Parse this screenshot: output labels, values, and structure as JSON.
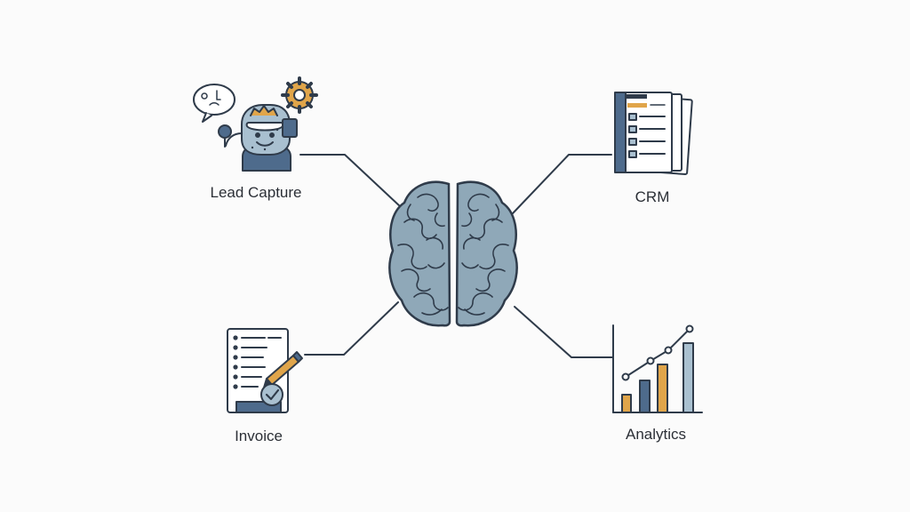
{
  "diagram": {
    "center": {
      "icon": "brain-icon"
    },
    "nodes": [
      {
        "id": "lead",
        "label": "Lead Capture",
        "icon": "robot-gears-icon"
      },
      {
        "id": "crm",
        "label": "CRM",
        "icon": "crm-document-icon"
      },
      {
        "id": "invoice",
        "label": "Invoice",
        "icon": "invoice-document-icon"
      },
      {
        "id": "analytics",
        "label": "Analytics",
        "icon": "bar-chart-icon"
      }
    ],
    "colors": {
      "outline": "#2f3b4a",
      "brain_fill": "#8fa8b8",
      "slate_blue": "#4e6b8c",
      "accent_orange": "#e0a54a",
      "light_blue": "#a9c0d0"
    }
  }
}
